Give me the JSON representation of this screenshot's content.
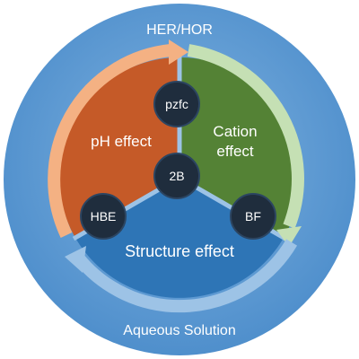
{
  "diagram": {
    "outer_top_label": "HER/HOR",
    "outer_bottom_label": "Aqueous Solution",
    "sectors": {
      "ph": "pH effect",
      "cation_line1": "Cation",
      "cation_line2": "effect",
      "structure": "Structure effect"
    },
    "nodes": {
      "top": "pzfc",
      "center": "2B",
      "left": "HBE",
      "right": "BF"
    },
    "colors": {
      "outer_circle": "#5b9bd5",
      "ph_sector": "#c55a28",
      "cation_sector": "#548235",
      "structure_sector": "#2e75b6",
      "node_fill": "#1f2d3d",
      "ph_arrow": "#f4b183",
      "cation_arrow": "#c5e0b4",
      "structure_arrow": "#9dc3e6"
    }
  }
}
